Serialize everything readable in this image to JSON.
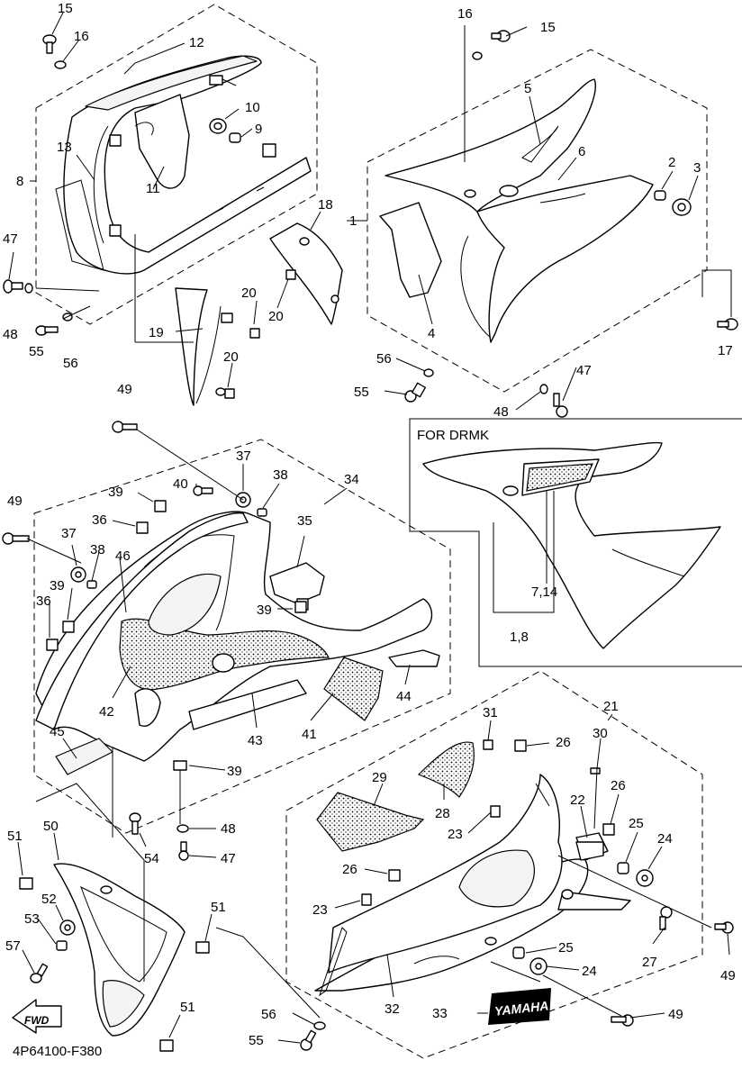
{
  "drawing_code": "4P64100-F380",
  "inset_title": "FOR DRMK",
  "fwd_label": "FWD",
  "yamaha_label": "YAMAHA",
  "callouts": {
    "c15a": "15",
    "c16a": "16",
    "c12": "12",
    "c13": "13",
    "c8": "8",
    "c10": "10",
    "c9": "9",
    "c11": "11",
    "c47a": "47",
    "c48a": "48",
    "c55a": "55",
    "c56a": "56",
    "c16b": "16",
    "c15b": "15",
    "c5": "5",
    "c6": "6",
    "c2": "2",
    "c3": "3",
    "c1": "1",
    "c18": "18",
    "c4": "4",
    "c20a": "20",
    "c20b": "20",
    "c20c": "20",
    "c19": "19",
    "c17": "17",
    "c56b": "56",
    "c55b": "55",
    "c48b": "48",
    "c47b": "47",
    "c49a": "49",
    "c49b": "49",
    "c37a": "37",
    "c38a": "38",
    "c34": "34",
    "c40": "40",
    "c39a": "39",
    "c36a": "36",
    "c35": "35",
    "c37b": "37",
    "c38b": "38",
    "c46": "46",
    "c39b": "39",
    "c36b": "36",
    "c39c": "39",
    "c42": "42",
    "c43": "43",
    "c41": "41",
    "c44": "44",
    "c45": "45",
    "c39d": "39",
    "c48c": "48",
    "c47c": "47",
    "c54": "54",
    "c714": "7,14",
    "c18b": "1,8",
    "c21": "21",
    "c31": "31",
    "c26a": "26",
    "c30": "30",
    "c29": "29",
    "c28": "28",
    "c23a": "23",
    "c22": "22",
    "c26b": "26",
    "c25a": "25",
    "c24a": "24",
    "c26c": "26",
    "c23b": "23",
    "c27": "27",
    "c49c": "49",
    "c25b": "25",
    "c24b": "24",
    "c32": "32",
    "c33": "33",
    "c49d": "49",
    "c56c": "56",
    "c55c": "55",
    "c51a": "51",
    "c50": "50",
    "c52": "52",
    "c53": "53",
    "c57": "57",
    "c51b": "51",
    "c51c": "51"
  }
}
